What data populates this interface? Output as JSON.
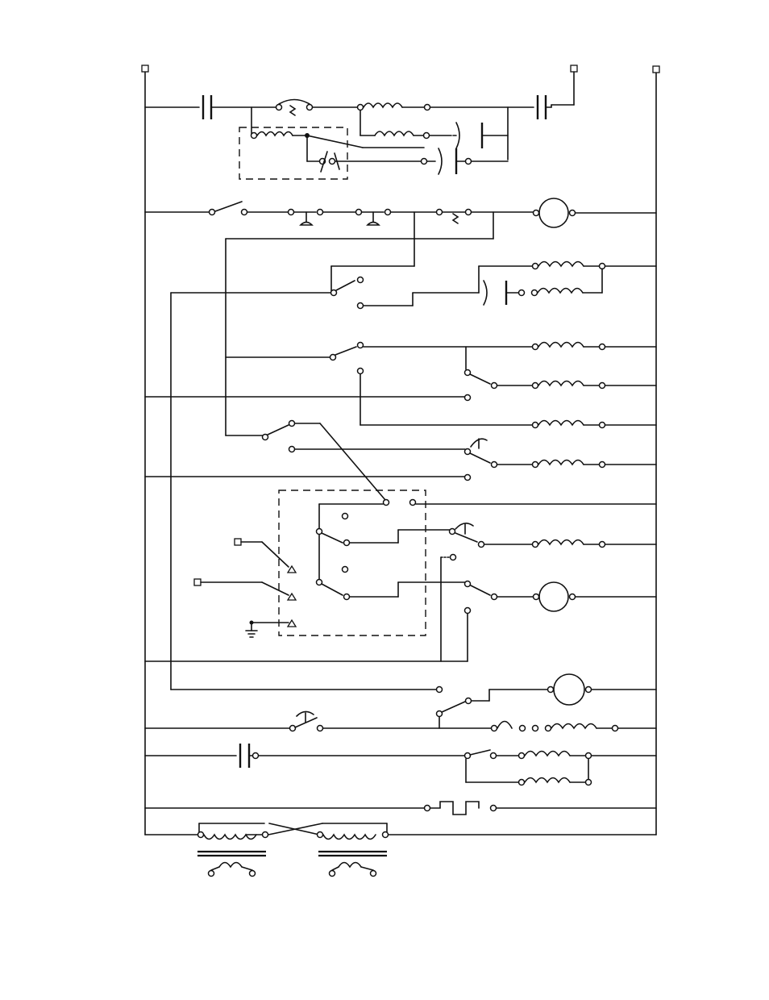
{
  "diagram": {
    "labels": [],
    "components": {
      "contactor_contacts_no": 5,
      "coils": 15,
      "motors": 3,
      "transformers": 2,
      "thermostats": 3,
      "relay_switches": 7
    },
    "line_color": "#111111",
    "background": "#ffffff",
    "icons": [
      "power-terminal-icon",
      "contact-icon",
      "coil-icon",
      "motor-icon",
      "transformer-icon",
      "ground-icon",
      "switch-icon"
    ]
  }
}
